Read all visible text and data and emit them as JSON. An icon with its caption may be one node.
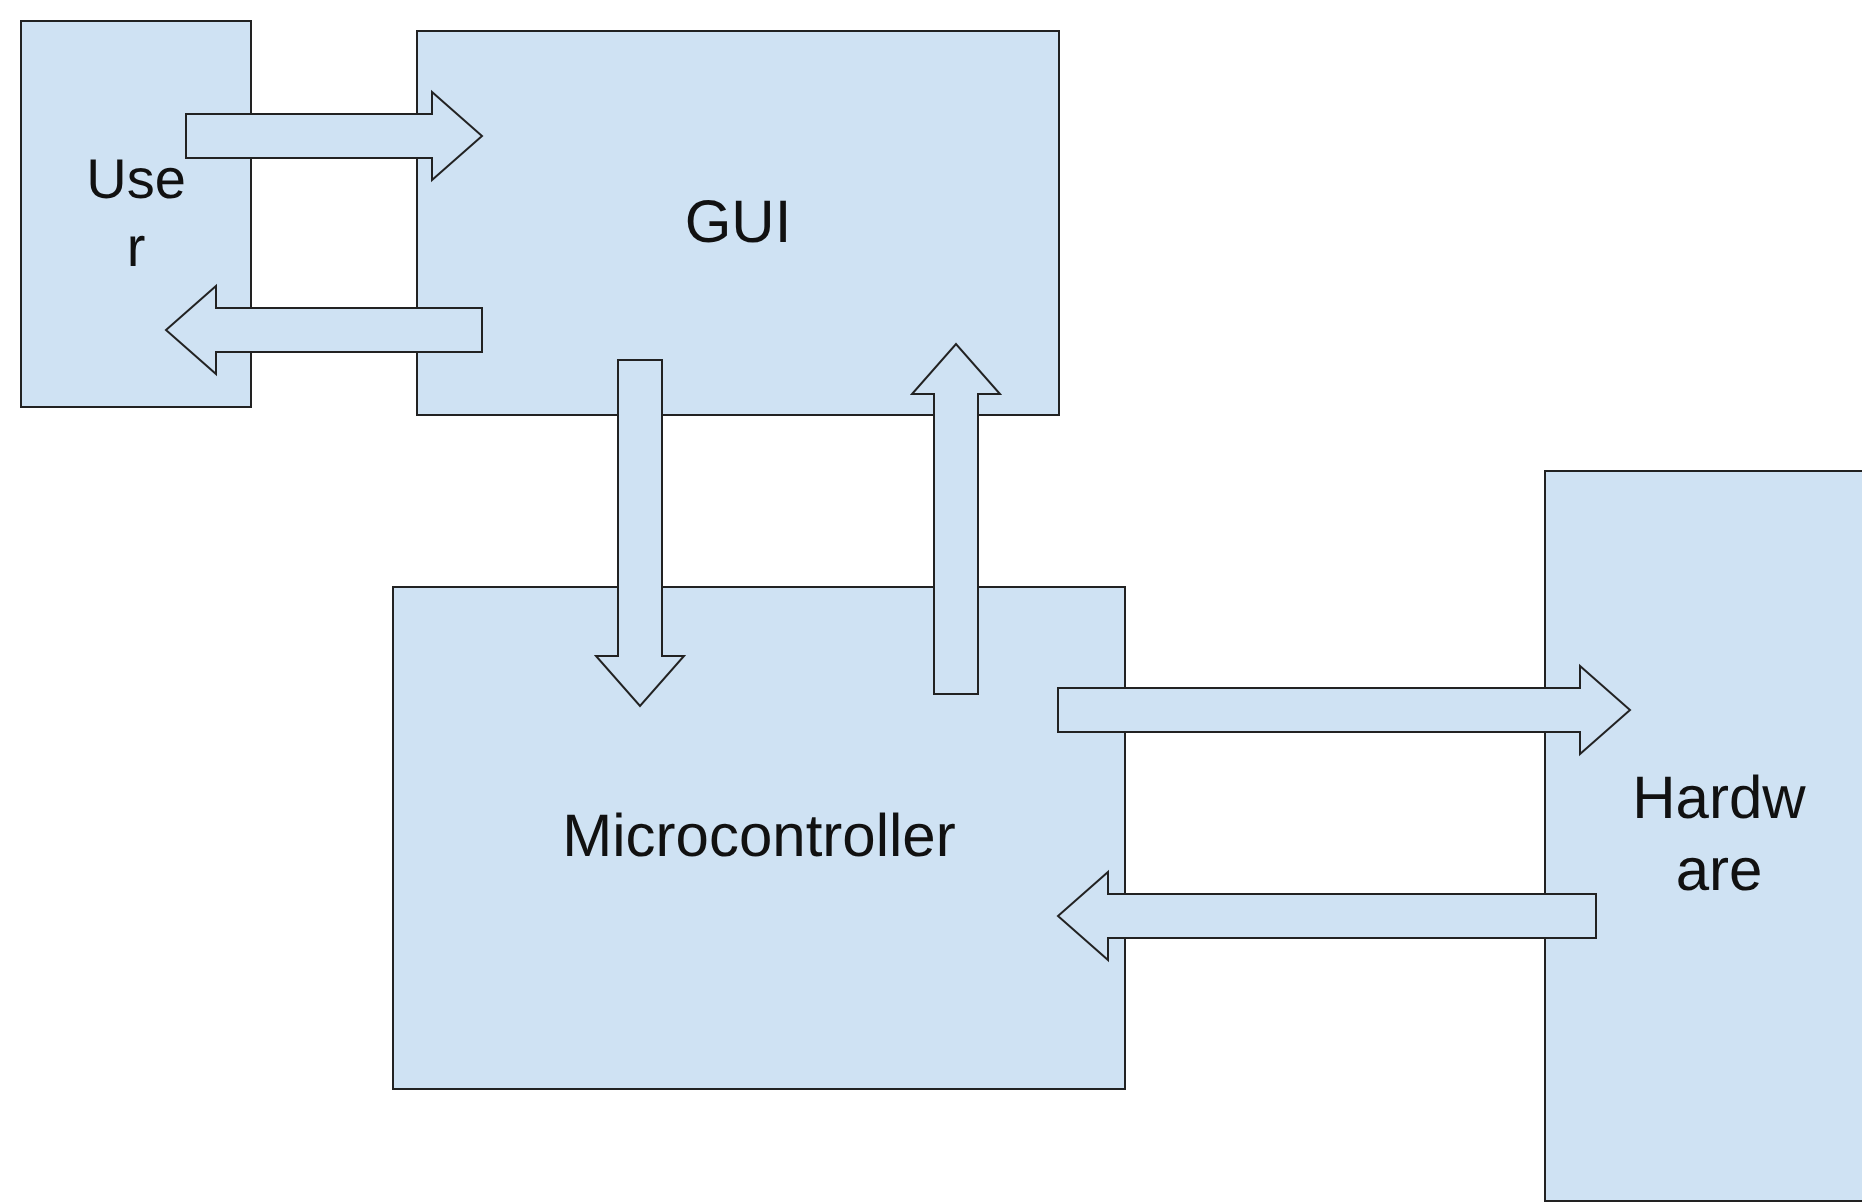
{
  "diagram": {
    "nodes": [
      {
        "text": [
          "User"
        ]
      },
      {
        "text": [
          "GUI"
        ]
      },
      {
        "text": [
          "Microcontroller"
        ]
      },
      {
        "text": [
          "Hardware"
        ]
      }
    ],
    "edges": [
      {
        "from": 0,
        "to": 1,
        "arrow": "to"
      },
      {
        "from": 1,
        "to": 0,
        "arrow": "to"
      },
      {
        "from": 1,
        "to": 2,
        "arrow": "to"
      },
      {
        "from": 2,
        "to": 1,
        "arrow": "to"
      },
      {
        "from": 2,
        "to": 3,
        "arrow": "to"
      },
      {
        "from": 3,
        "to": 2,
        "arrow": "to"
      }
    ]
  }
}
